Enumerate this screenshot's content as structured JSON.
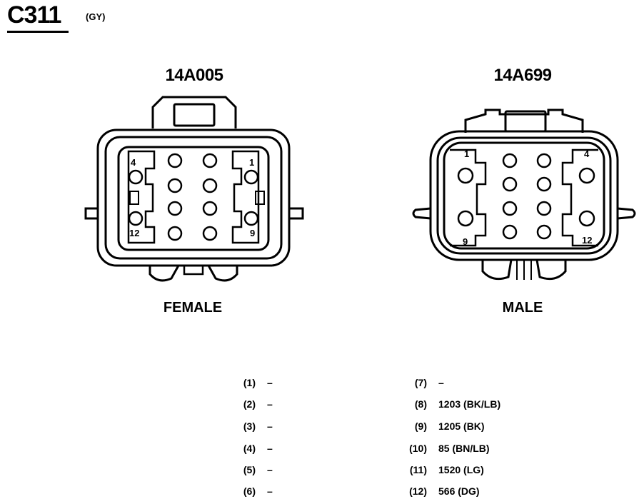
{
  "connector": {
    "id": "C311",
    "color_code": "(GY)"
  },
  "left_connector": {
    "part_number": "14A005",
    "gender": "FEMALE",
    "pin_labels": [
      "4",
      "1",
      "12",
      "9"
    ]
  },
  "right_connector": {
    "part_number": "14A699",
    "gender": "MALE",
    "pin_labels": [
      "1",
      "4",
      "9",
      "12"
    ]
  },
  "pins_left": [
    {
      "num": "(1)",
      "value": "–"
    },
    {
      "num": "(2)",
      "value": "–"
    },
    {
      "num": "(3)",
      "value": "–"
    },
    {
      "num": "(4)",
      "value": "–"
    },
    {
      "num": "(5)",
      "value": "–"
    },
    {
      "num": "(6)",
      "value": "–"
    }
  ],
  "pins_right": [
    {
      "num": "(7)",
      "value": "–"
    },
    {
      "num": "(8)",
      "value": "1203 (BK/LB)"
    },
    {
      "num": "(9)",
      "value": "1205 (BK)"
    },
    {
      "num": "(10)",
      "value": "85 (BN/LB)"
    },
    {
      "num": "(11)",
      "value": "1520 (LG)"
    },
    {
      "num": "(12)",
      "value": "566 (DG)"
    }
  ]
}
